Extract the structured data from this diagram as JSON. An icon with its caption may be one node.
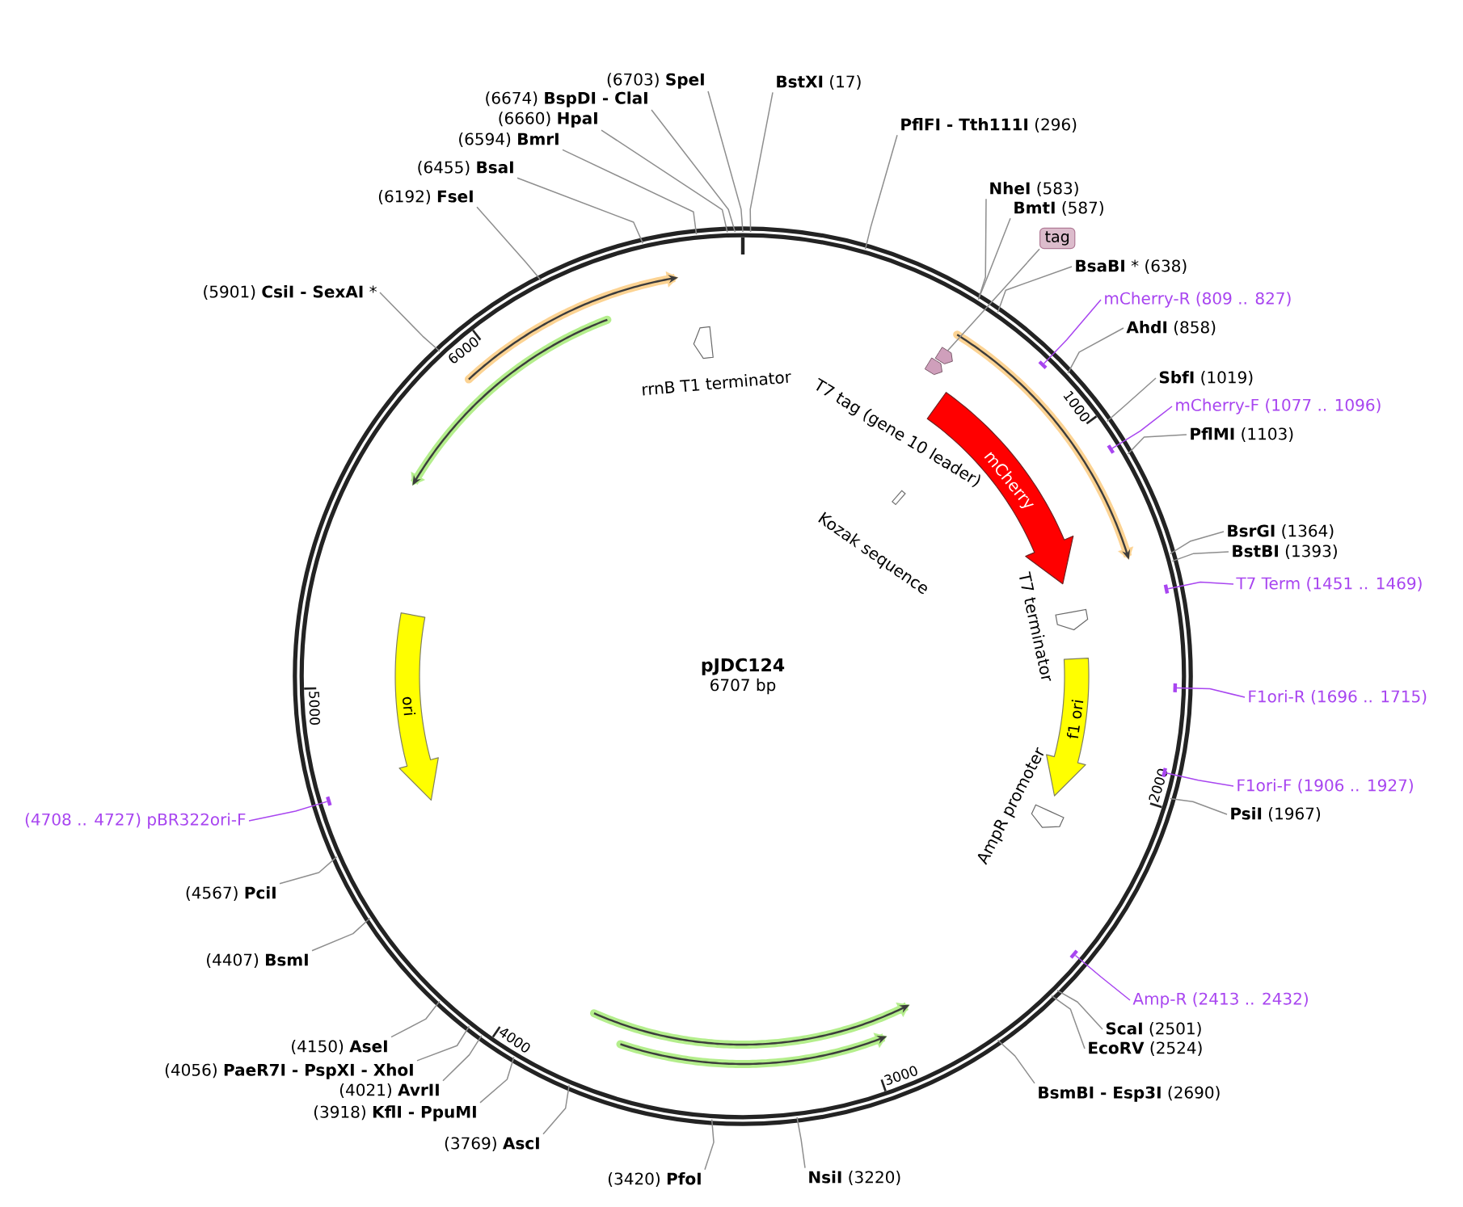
{
  "diagram": {
    "nodes": [
      {
        "text": [
          "pJDC124",
          "6707 bp"
        ]
      },
      {
        "text": [
          "**BstXI** (17)"
        ]
      },
      {
        "text": [
          "**PflFI - Tth111I** (296)"
        ]
      },
      {
        "text": [
          "**NheI** (583)"
        ]
      },
      {
        "text": [
          "**BmtI** (587)"
        ]
      },
      {
        "text": [
          "tag"
        ]
      },
      {
        "text": [
          "**BsaBI** * (638)"
        ]
      },
      {
        "text": [
          "mCherry-R (809 .. 827)"
        ]
      },
      {
        "text": [],
        "shape": "bar",
        "in": 0
      },
      {
        "text": [
          "**AhdI** (858)"
        ]
      },
      {
        "text": [
          "**SbfI** (1019)"
        ]
      },
      {
        "text": [
          "mCherry-F (1077 .. 1096)"
        ]
      },
      {
        "text": [],
        "shape": "bar",
        "in": 0
      },
      {
        "text": [
          "**PflMI** (1103)"
        ]
      },
      {
        "text": [
          "**BsrGI** (1364)"
        ]
      },
      {
        "text": [
          "**BstBI** (1393)"
        ]
      },
      {
        "text": [
          "T7 Term (1451 .. 1469)"
        ]
      },
      {
        "text": [],
        "shape": "bar",
        "in": 0
      },
      {
        "text": [
          "F1ori-R (1696 .. 1715)"
        ]
      },
      {
        "text": [],
        "shape": "bar",
        "in": 0
      },
      {
        "text": [
          "F1ori-F (1906 .. 1927)"
        ]
      },
      {
        "text": [],
        "shape": "bar",
        "in": 0
      },
      {
        "text": [
          "**PsiI** (1967)"
        ]
      },
      {
        "text": [
          "Amp-R (2413 .. 2432)"
        ]
      },
      {
        "text": [],
        "shape": "bar",
        "in": 0
      },
      {
        "text": [
          "**ScaI** (2501)"
        ]
      },
      {
        "text": [
          "**EcoRV** (2524)"
        ]
      },
      {
        "text": [
          "**BsmBI - Esp3I** (2690)"
        ]
      },
      {
        "text": [
          "**NsiI** (3220)"
        ]
      },
      {
        "text": [
          "(3420) **PfoI**"
        ]
      },
      {
        "text": [
          "(3769) **AscI**"
        ]
      },
      {
        "text": [
          "(3918) **KflI - PpuMI**"
        ]
      },
      {
        "text": [
          "(4021) **AvrII**"
        ]
      },
      {
        "text": [
          "(4056) **PaeR7I - PspXI - XhoI**"
        ]
      },
      {
        "text": [
          "(4150) **AseI**"
        ]
      },
      {
        "text": [
          "(4407) **BsmI**"
        ]
      },
      {
        "text": [
          "(4567) **PciI**"
        ]
      },
      {
        "text": [
          "(4708 .. 4727) pBR322ori-F"
        ]
      },
      {
        "text": [],
        "shape": "bar",
        "in": 0
      },
      {
        "text": [
          "(5901) **CsiI - SexAI** *"
        ]
      },
      {
        "text": [
          "(6192) **FseI**"
        ]
      },
      {
        "text": [
          "(6455) **BsaI**"
        ]
      },
      {
        "text": [
          "(6594) **BmrI**"
        ]
      },
      {
        "text": [
          "(6660) **HpaI**"
        ]
      },
      {
        "text": [
          "(6674) **BspDI - ClaI**"
        ]
      },
      {
        "text": [
          "(6703) **SpeI**"
        ]
      },
      {
        "text": [],
        "shape": "arrow",
        "in": 0
      },
      {
        "text": [],
        "shape": "arrow",
        "in": 0
      },
      {
        "text": [],
        "shape": "bar",
        "in": 0,
        "beside": [
          "Kozak sequence"
        ]
      },
      {
        "text": [
          "mCherry"
        ],
        "in": 0
      },
      {
        "text": [],
        "shape": "arrow",
        "in": 0,
        "beside": [
          "T7 terminator"
        ]
      },
      {
        "text": [
          "f1 ori"
        ],
        "in": 0
      },
      {
        "text": [],
        "shape": "arrow",
        "in": 0,
        "beside": [
          "AmpR promoter"
        ]
      },
      {
        "text": [
          "ori"
        ],
        "in": 0
      },
      {
        "text": [],
        "shape": "arrow",
        "in": 0,
        "beside": [
          "rrnB T1 terminator"
        ]
      }
    ],
    "edges": [
      {
        "from": 1,
        "to": 0,
        "arrow": "none"
      },
      {
        "from": 2,
        "to": 0,
        "arrow": "none"
      },
      {
        "from": 3,
        "to": 0,
        "arrow": "none"
      },
      {
        "from": 4,
        "to": 0,
        "arrow": "none"
      },
      {
        "from": 5,
        "to": 47,
        "arrow": "none"
      },
      {
        "from": 6,
        "to": 0,
        "arrow": "none"
      },
      {
        "from": 7,
        "to": 8,
        "arrow": "none",
        "color": "#a845f0"
      },
      {
        "from": 9,
        "to": 0,
        "arrow": "none"
      },
      {
        "from": 10,
        "to": 0,
        "arrow": "none"
      },
      {
        "from": 11,
        "to": 12,
        "arrow": "none",
        "color": "#a845f0"
      },
      {
        "from": 13,
        "to": 0,
        "arrow": "none"
      },
      {
        "from": 14,
        "to": 0,
        "arrow": "none"
      },
      {
        "from": 15,
        "to": 0,
        "arrow": "none"
      },
      {
        "from": 16,
        "to": 17,
        "arrow": "none",
        "color": "#a845f0"
      },
      {
        "from": 18,
        "to": 19,
        "arrow": "none",
        "color": "#a845f0"
      },
      {
        "from": 20,
        "to": 21,
        "arrow": "none",
        "color": "#a845f0"
      },
      {
        "from": 22,
        "to": 0,
        "arrow": "none"
      },
      {
        "from": 23,
        "to": 24,
        "arrow": "none",
        "color": "#a845f0"
      },
      {
        "from": 25,
        "to": 0,
        "arrow": "none"
      },
      {
        "from": 26,
        "to": 0,
        "arrow": "none"
      },
      {
        "from": 27,
        "to": 0,
        "arrow": "none"
      },
      {
        "from": 28,
        "to": 0,
        "arrow": "none"
      },
      {
        "from": 29,
        "to": 0,
        "arrow": "none"
      },
      {
        "from": 30,
        "to": 0,
        "arrow": "none"
      },
      {
        "from": 31,
        "to": 0,
        "arrow": "none"
      },
      {
        "from": 32,
        "to": 0,
        "arrow": "none"
      },
      {
        "from": 33,
        "to": 0,
        "arrow": "none"
      },
      {
        "from": 34,
        "to": 0,
        "arrow": "none"
      },
      {
        "from": 35,
        "to": 0,
        "arrow": "none"
      },
      {
        "from": 36,
        "to": 0,
        "arrow": "none"
      },
      {
        "from": 37,
        "to": 38,
        "arrow": "none",
        "color": "#a845f0"
      },
      {
        "from": 39,
        "to": 0,
        "arrow": "none"
      },
      {
        "from": 40,
        "to": 0,
        "arrow": "none"
      },
      {
        "from": 41,
        "to": 0,
        "arrow": "none"
      },
      {
        "from": 42,
        "to": 0,
        "arrow": "none"
      },
      {
        "from": 43,
        "to": 0,
        "arrow": "none"
      },
      {
        "from": 44,
        "to": 0,
        "arrow": "none"
      },
      {
        "from": 45,
        "to": 0,
        "arrow": "none"
      }
    ],
    "labels": [
      "T7 tag (gene 10 leader)",
      "1000",
      "2000",
      "3000",
      "4000",
      "5000",
      "6000"
    ]
  }
}
